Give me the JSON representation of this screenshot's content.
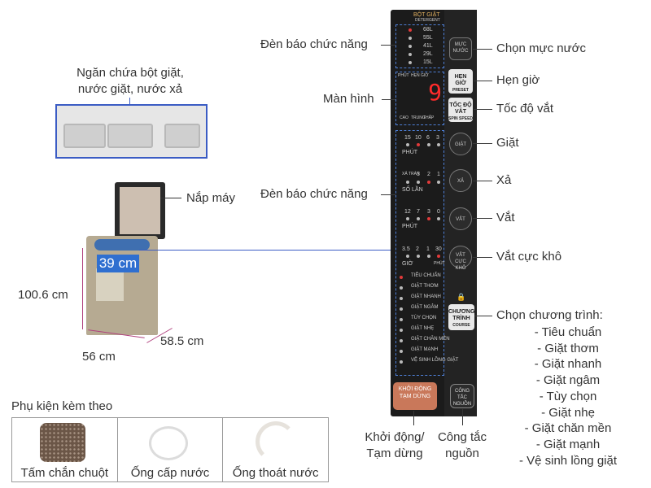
{
  "left": {
    "dispenser_label_1": "Ngăn chứa bột giặt,",
    "dispenser_label_2": "nước giặt, nước xả",
    "lid_label": "Nắp máy",
    "depth_dim": "39 cm",
    "height_dim": "100.6 cm",
    "width_dim": "56  cm",
    "side_dim": "58.5 cm"
  },
  "panel": {
    "detergent_header": "BỘT GIẶT",
    "detergent_sub": "DETERGENT",
    "water_levels": [
      "68L",
      "55L",
      "41L",
      "29L",
      "15L"
    ],
    "timer_head": "PHÚT",
    "timer_head2": "HẸN GIỜ",
    "display_value": "9",
    "speed_labels": [
      "CAO",
      "TRUNG",
      "THẤP"
    ],
    "wash_minutes": [
      "15",
      "10",
      "6",
      "3"
    ],
    "wash_unit": "PHÚT",
    "rinse_times_head": "XẢ TRÀN",
    "rinse_counts": [
      "3",
      "2",
      "1"
    ],
    "rinse_unit": "SỐ LẦN",
    "spin_minutes": [
      "12",
      "7",
      "3",
      "0"
    ],
    "spin_unit": "PHÚT",
    "dry_values": [
      "3.5",
      "2",
      "1",
      "30"
    ],
    "dry_unit": "GIỜ",
    "dry_unit2": "PHÚT",
    "programs": [
      "TIÊU CHUẨN",
      "GIẶT THƠM",
      "GIẶT NHANH",
      "GIẶT NGÂM",
      "TÙY CHỌN",
      "GIẶT NHẸ",
      "GIẶT CHĂN MỀN",
      "GIẶT MẠNH",
      "VỆ SINH LỒNG GIẶT"
    ],
    "btn_water": "MỰC NƯỚC",
    "btn_timer": "HẸN GIỜ",
    "btn_timer_sub": "PRESET",
    "btn_speed": "TỐC ĐỘ VẮT",
    "btn_speed_sub": "SPIN SPEED",
    "btn_wash": "GIẶT",
    "btn_rinse": "XẢ",
    "btn_spin": "VẮT",
    "btn_dry": "VẮT CỰC KHÔ",
    "btn_course": "CHƯƠNG TRÌNH",
    "btn_course_sub": "COURSE",
    "btn_start": "KHỞI ĐỘNG TẠM DỪNG",
    "btn_power": "CÔNG TẮC NGUỒN"
  },
  "callouts": {
    "indicator_top": "Đèn báo chức năng",
    "screen": "Màn hình",
    "indicator_mid": "Đèn báo chức năng",
    "water_level": "Chọn mực nước",
    "timer": "Hẹn giờ",
    "spin_speed": "Tốc độ vắt",
    "wash": "Giặt",
    "rinse": "Xả",
    "spin": "Vắt",
    "extra_dry": "Vắt cực khô",
    "program_title": "Chọn chương trình:",
    "program_items": [
      "- Tiêu chuẩn",
      "- Giặt thơm",
      "- Giặt nhanh",
      "- Giặt ngâm",
      "- Tùy chọn",
      "- Giặt nhẹ",
      "- Giặt chăn mền",
      "- Giặt mạnh",
      "- Vệ sinh lồng giặt"
    ],
    "start_1": "Khởi động/",
    "start_2": "Tạm dừng",
    "power_1": "Công tắc",
    "power_2": "nguồn"
  },
  "accessories": {
    "title": "Phụ kiện kèm theo",
    "items": [
      "Tấm chắn chuột",
      "Ống cấp nước",
      "Ống thoát nước"
    ]
  }
}
